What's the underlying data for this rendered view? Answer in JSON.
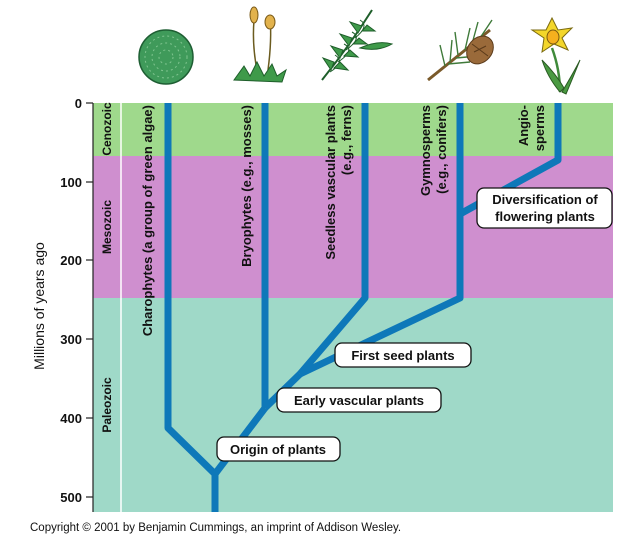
{
  "colors": {
    "cenozoic": "#9fd98c",
    "mesozoic": "#cf8fcf",
    "paleozoic": "#9fd9c8",
    "branch": "#0e78b9"
  },
  "axis": {
    "title": "Millions of years ago",
    "ticks": [
      "0",
      "100",
      "200",
      "300",
      "400",
      "500"
    ]
  },
  "eras": {
    "cenozoic": "Cenozoic",
    "mesozoic": "Mesozoic",
    "paleozoic": "Paleozoic"
  },
  "lineages": {
    "charophytes": "Charophytes (a group of green algae)",
    "bryophytes": "Bryophytes (e.g., mosses)",
    "seedless_line1": "Seedless vascular plants",
    "seedless_line2": "(e.g., ferns)",
    "gymnosperms_line1": "Gymnosperms",
    "gymnosperms_line2": "(e.g., conifers)",
    "angiosperms_line1": "Angio-",
    "angiosperms_line2": "sperms"
  },
  "nodes": {
    "origin": "Origin of plants",
    "early_vascular": "Early vascular plants",
    "first_seed": "First seed plants",
    "diversification_line1": "Diversification of",
    "diversification_line2": "flowering plants"
  },
  "icons": [
    "green-alga-icon",
    "moss-icon",
    "fern-icon",
    "conifer-branch-icon",
    "daffodil-icon"
  ],
  "copyright": "Copyright © 2001 by Benjamin Cummings, an imprint of Addison Wesley."
}
